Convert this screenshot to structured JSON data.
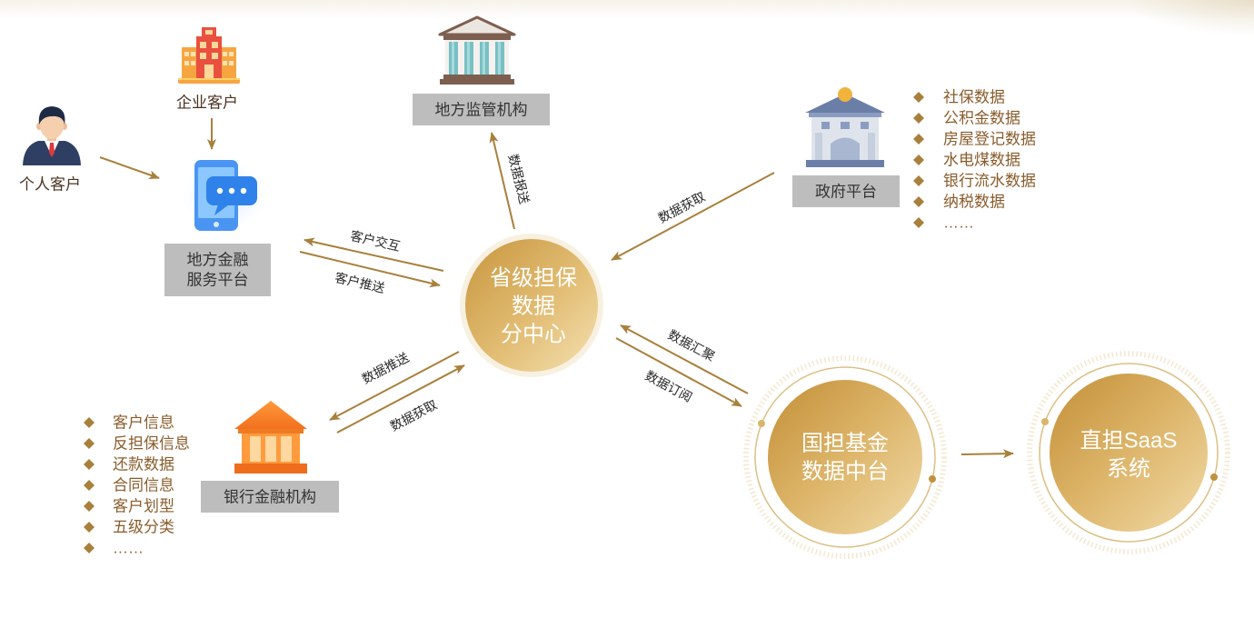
{
  "nodes": {
    "personal_customer": {
      "label": "个人客户",
      "icon": "person-icon"
    },
    "enterprise_customer": {
      "label": "企业客户",
      "icon": "enterprise-building-icon"
    },
    "local_finance_platform": {
      "label_lines": [
        "地方金融",
        "服务平台"
      ],
      "icon": "phone-chat-icon"
    },
    "local_regulator": {
      "label": "地方监管机构",
      "icon": "institution-icon"
    },
    "gov_platform": {
      "label": "政府平台",
      "icon": "government-building-icon"
    },
    "bank": {
      "label": "银行金融机构",
      "icon": "bank-icon"
    },
    "provincial_center": {
      "label_lines": [
        "省级担保",
        "数据",
        "分中心"
      ]
    },
    "national_fund": {
      "label_lines": [
        "国担基金",
        "数据中台"
      ]
    },
    "saas": {
      "label_lines": [
        "直担SaaS",
        "系统"
      ]
    }
  },
  "edges": {
    "report": {
      "label": "数据报送"
    },
    "customer_interaction": {
      "label": "客户交互"
    },
    "customer_push": {
      "label": "客户推送"
    },
    "gov_fetch": {
      "label": "数据获取"
    },
    "bank_push": {
      "label": "数据推送"
    },
    "bank_fetch": {
      "label": "数据获取"
    },
    "aggregate": {
      "label": "数据汇聚"
    },
    "subscribe": {
      "label": "数据订阅"
    }
  },
  "gov_data_list": [
    "社保数据",
    "公积金数据",
    "房屋登记数据",
    "水电煤数据",
    "银行流水数据",
    "纳税数据",
    "……"
  ],
  "bank_data_list": [
    "客户信息",
    "反担保信息",
    "还款数据",
    "合同信息",
    "客户划型",
    "五级分类",
    "……"
  ],
  "colors": {
    "accent": "#a8803c",
    "box": "#bdbdbd",
    "list_text": "#8a5c2c",
    "circle_gold": "#c8963e"
  }
}
